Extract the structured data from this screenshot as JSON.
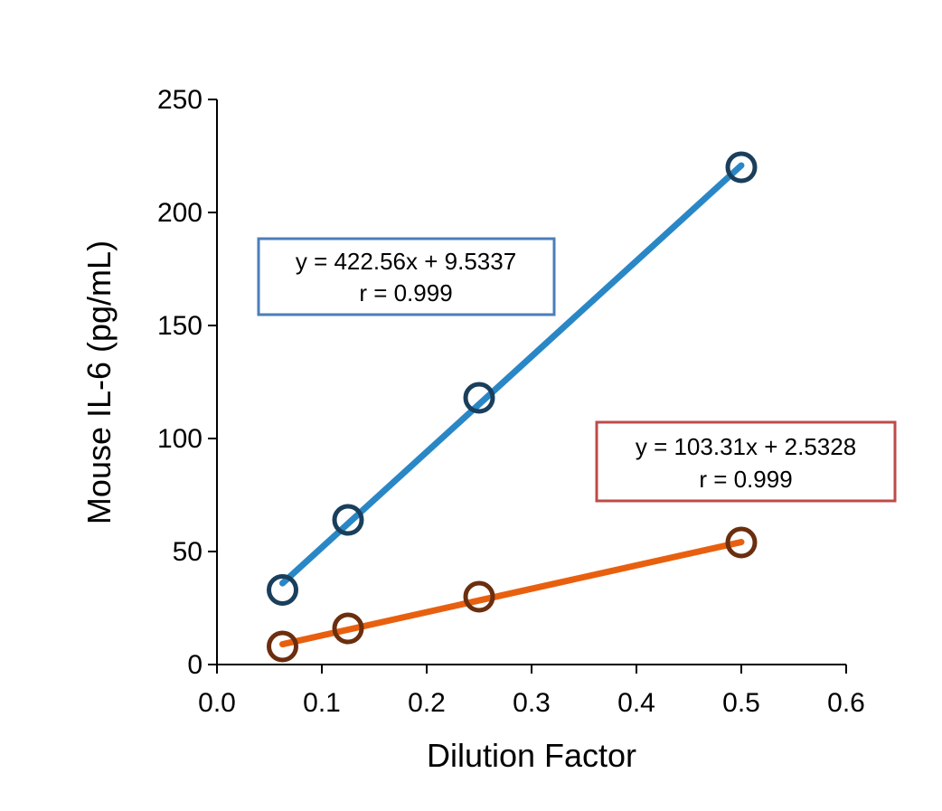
{
  "chart_data": {
    "type": "scatter",
    "xlabel": "Dilution Factor",
    "ylabel": "Mouse IL-6 (pg/mL)",
    "xlim": [
      0,
      0.6
    ],
    "ylim": [
      0,
      250
    ],
    "xticks": [
      "0.0",
      "0.1",
      "0.2",
      "0.3",
      "0.4",
      "0.5",
      "0.6"
    ],
    "yticks": [
      "0",
      "50",
      "100",
      "150",
      "200",
      "250"
    ],
    "xtick_values": [
      0,
      0.1,
      0.2,
      0.3,
      0.4,
      0.5,
      0.6
    ],
    "ytick_values": [
      0,
      50,
      100,
      150,
      200,
      250
    ],
    "grid": false,
    "legend": "none",
    "series": [
      {
        "marker_color": "#1a3f5c",
        "line_color": "#2a87c6",
        "x": [
          0.0625,
          0.125,
          0.25,
          0.5
        ],
        "y": [
          33,
          64,
          118,
          220
        ],
        "trendline": {
          "slope": 422.56,
          "intercept": 9.5337,
          "x_range": [
            0.0625,
            0.5
          ]
        },
        "annotation": {
          "line1": "y = 422.56x + 9.5337",
          "line2": "r = 0.999",
          "border_color": "#4a7ebb",
          "placement": "upper-left"
        }
      },
      {
        "marker_color": "#6b2e0e",
        "line_color": "#e8600f",
        "x": [
          0.0625,
          0.125,
          0.25,
          0.5
        ],
        "y": [
          8,
          16,
          30,
          54
        ],
        "trendline": {
          "slope": 103.31,
          "intercept": 2.5328,
          "x_range": [
            0.0625,
            0.5
          ]
        },
        "annotation": {
          "line1": "y = 103.31x + 2.5328",
          "line2": "r = 0.999",
          "border_color": "#be4b48",
          "placement": "middle-right"
        }
      }
    ]
  }
}
